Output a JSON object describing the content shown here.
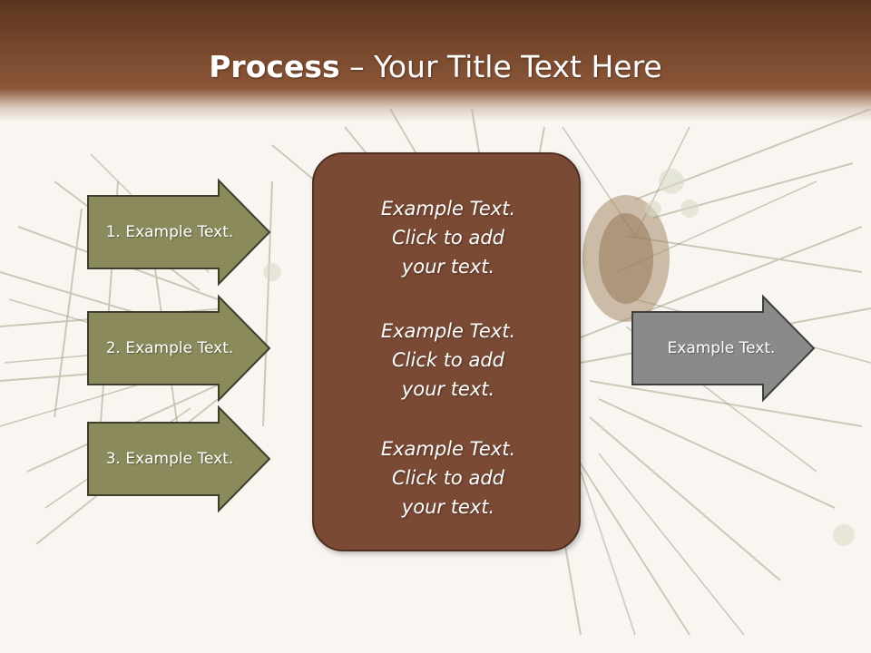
{
  "title": {
    "bold": "Process",
    "rest": " – Your Title Text Here"
  },
  "left_arrows": [
    {
      "label": "1. Example Text."
    },
    {
      "label": "2. Example Text."
    },
    {
      "label": "3. Example Text."
    }
  ],
  "center_box": {
    "paragraphs": [
      {
        "lines": [
          "Example Text.",
          "Click  to add",
          "your text."
        ]
      },
      {
        "lines": [
          "Example Text.",
          "Click  to add",
          "your text."
        ]
      },
      {
        "lines": [
          "Example Text.",
          "Click  to add",
          "your text."
        ]
      }
    ]
  },
  "right_arrow": {
    "label": "Example Text."
  },
  "colors": {
    "title_band": "#7a4a2f",
    "left_arrow_fill": "#8b8a5c",
    "center_box_fill": "#7a4a35",
    "right_arrow_fill": "#8a8a8a",
    "text": "#ffffff"
  }
}
